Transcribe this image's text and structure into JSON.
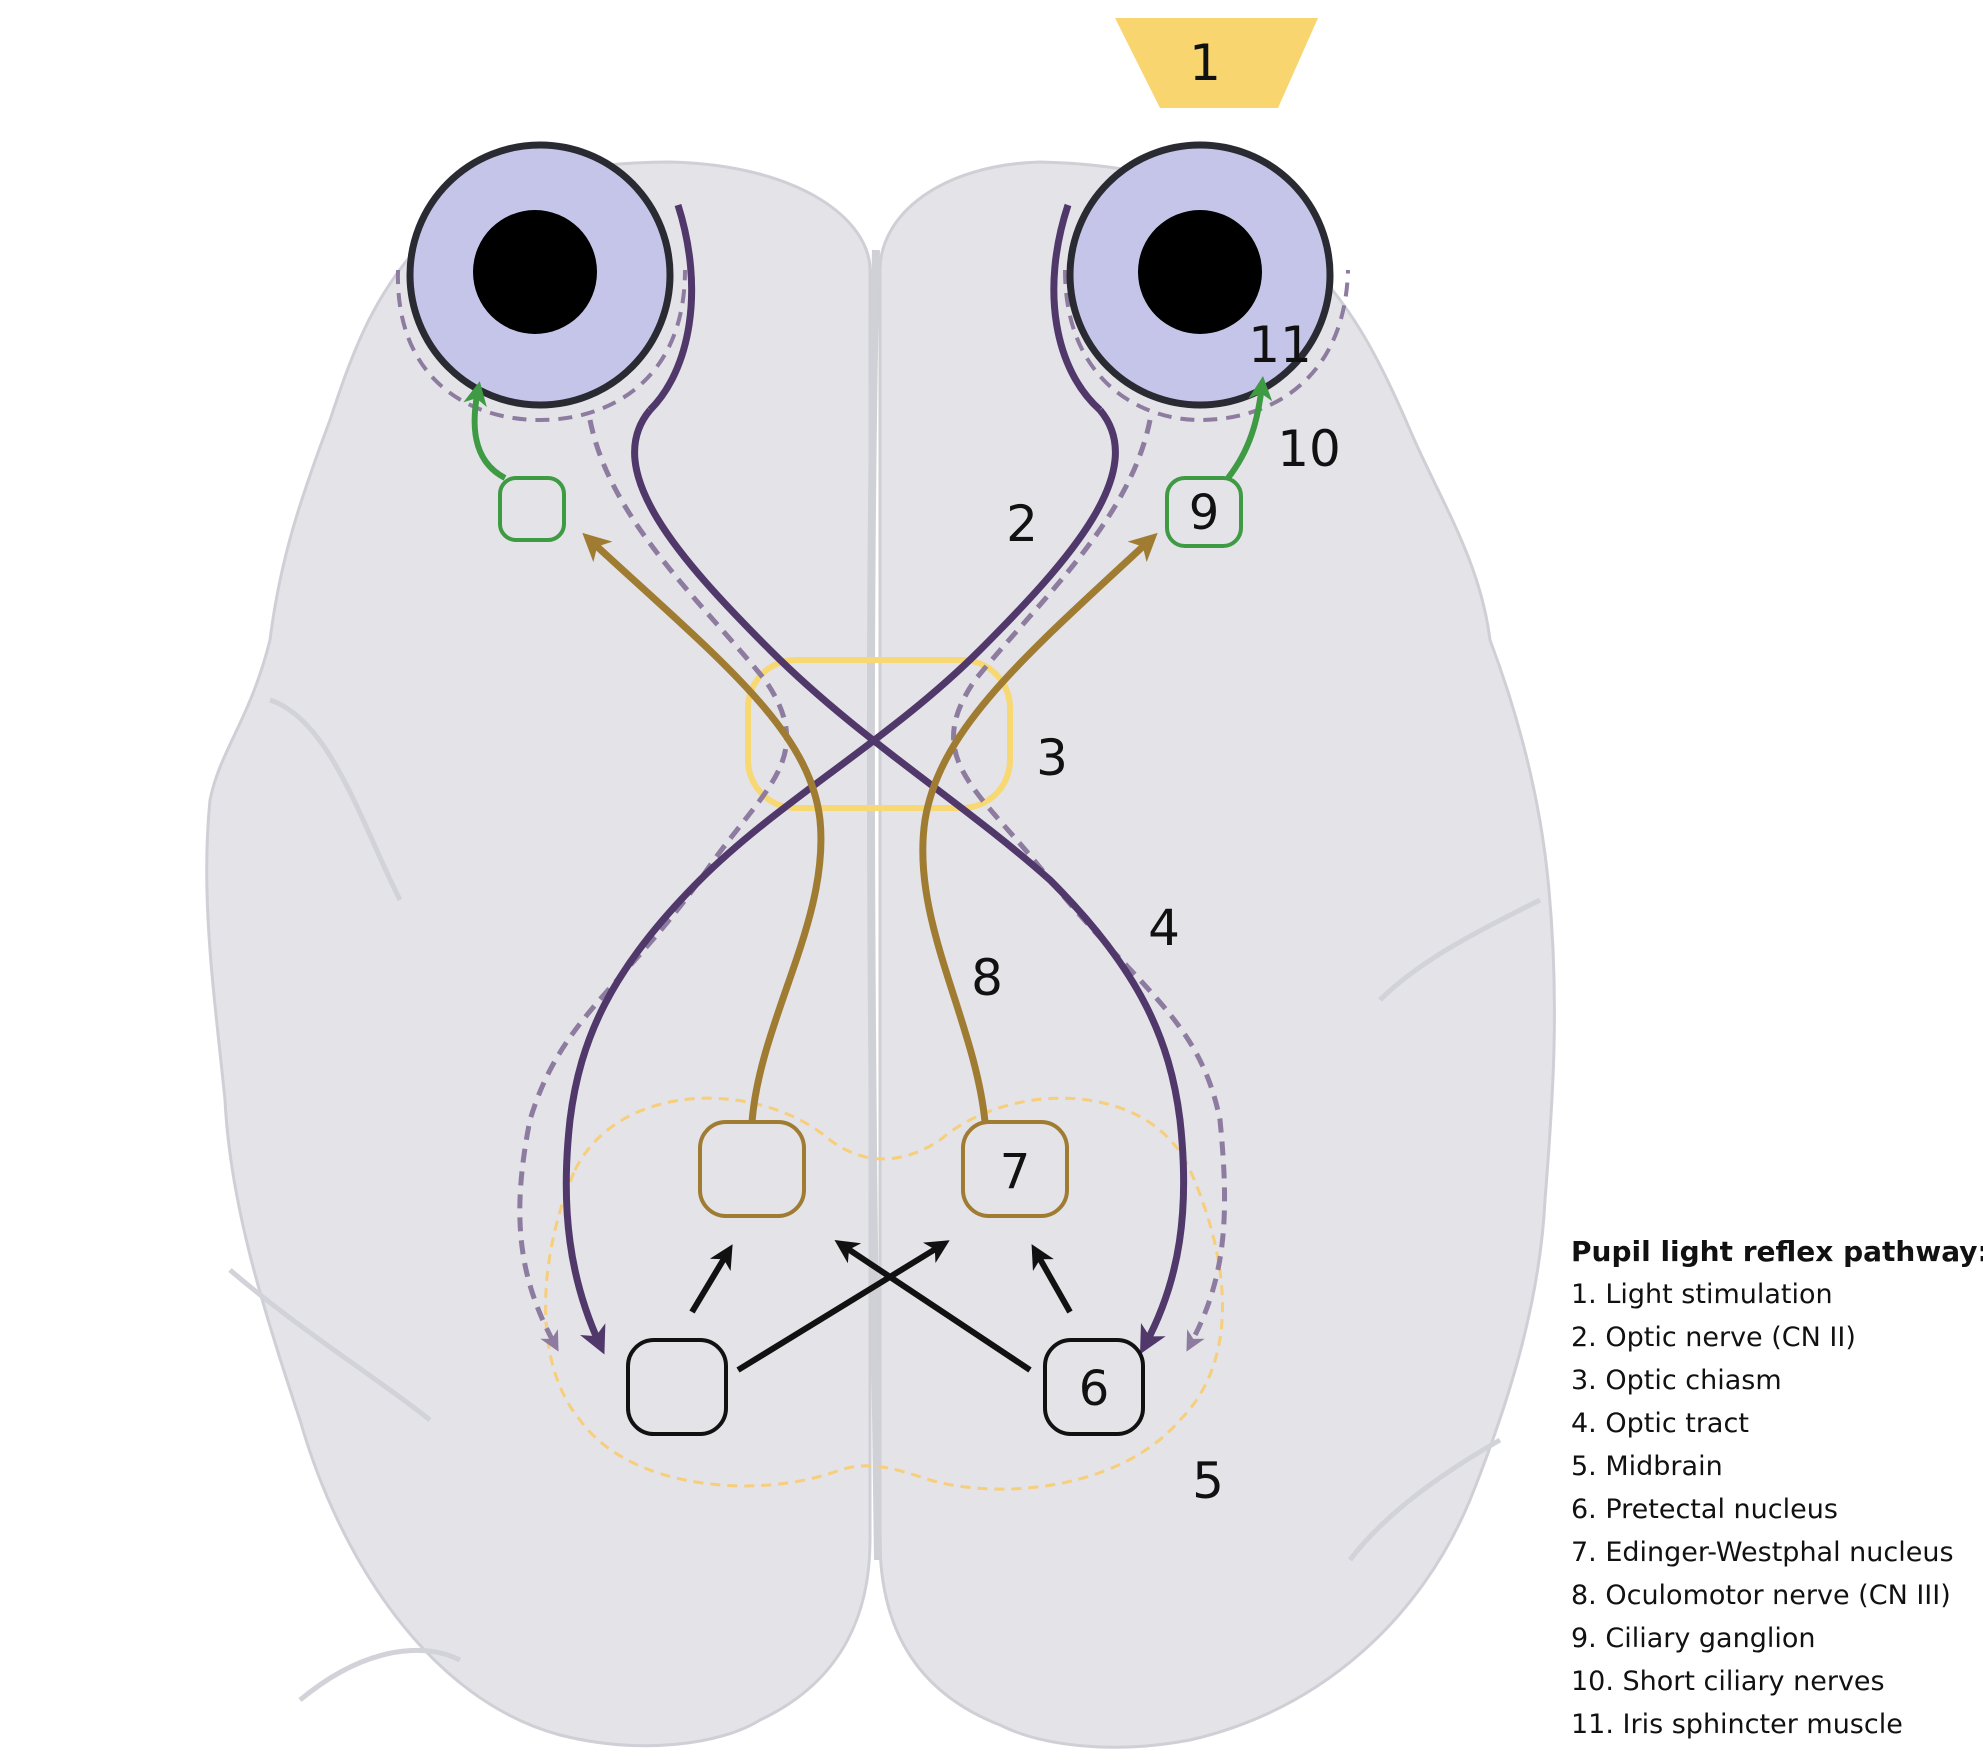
{
  "labels": {
    "light": "1",
    "optic_nerve": "2",
    "optic_chiasm": "3",
    "optic_tract": "4",
    "midbrain": "5",
    "pretectal_nucleus": "6",
    "edinger_westphal_nucleus": "7",
    "oculomotor_nerve": "8",
    "ciliary_ganglion": "9",
    "short_ciliary_nerves": "10",
    "iris_sphincter": "11"
  },
  "legend": {
    "title": "Pupil light reflex pathway:",
    "items": [
      "1. Light stimulation",
      "2. Optic nerve (CN II)",
      "3. Optic chiasm",
      "4. Optic tract",
      "5. Midbrain",
      "6. Pretectal nucleus",
      "7. Edinger-Westphal nucleus",
      "8. Oculomotor nerve (CN III)",
      "9. Ciliary ganglion",
      "10. Short ciliary nerves",
      "11. Iris sphincter muscle"
    ]
  },
  "colors": {
    "brain": "#e3e3e8",
    "brain_outline": "#cfcfd6",
    "iris": "#c5c5ea",
    "pupil": "#000000",
    "optic_pathway": "#51386b",
    "optic_pathway_dashed": "#8d7ba0",
    "oculomotor": "#a07c32",
    "ciliary": "#3e9a43",
    "chiasm_box": "#f7d873",
    "midbrain_outline": "#f7ce7a",
    "light_marker": "#f8d56f",
    "interneuron": "#111111"
  }
}
